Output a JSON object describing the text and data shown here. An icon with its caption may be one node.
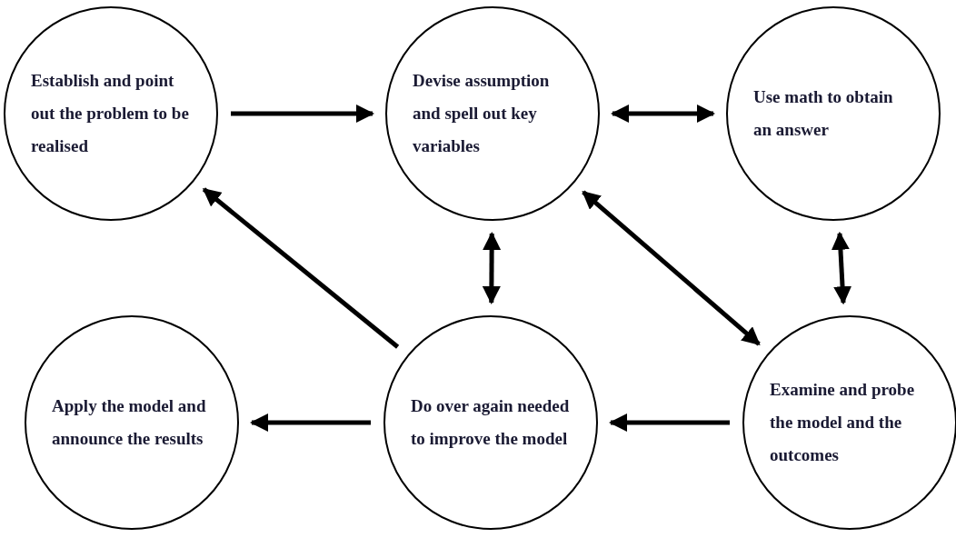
{
  "diagram": {
    "nodes": [
      {
        "text": [
          "Establish and point out the problem to be realised"
        ]
      },
      {
        "text": [
          "Devise assumption and spell out key variables"
        ]
      },
      {
        "text": [
          "Use math to obtain an answer"
        ]
      },
      {
        "text": [
          "Apply the model and announce the results"
        ]
      },
      {
        "text": [
          "Do over again needed to improve the model"
        ]
      },
      {
        "text": [
          "Examine and probe the model and the outcomes"
        ]
      }
    ],
    "edges": [
      {
        "from": 0,
        "to": 1,
        "arrow": "to"
      },
      {
        "from": 1,
        "to": 2,
        "arrow": "both"
      },
      {
        "from": 1,
        "to": 4,
        "arrow": "both"
      },
      {
        "from": 1,
        "to": 5,
        "arrow": "both"
      },
      {
        "from": 2,
        "to": 5,
        "arrow": "both"
      },
      {
        "from": 4,
        "to": 0,
        "arrow": "to"
      },
      {
        "from": 5,
        "to": 4,
        "arrow": "to"
      },
      {
        "from": 4,
        "to": 3,
        "arrow": "to"
      }
    ]
  }
}
